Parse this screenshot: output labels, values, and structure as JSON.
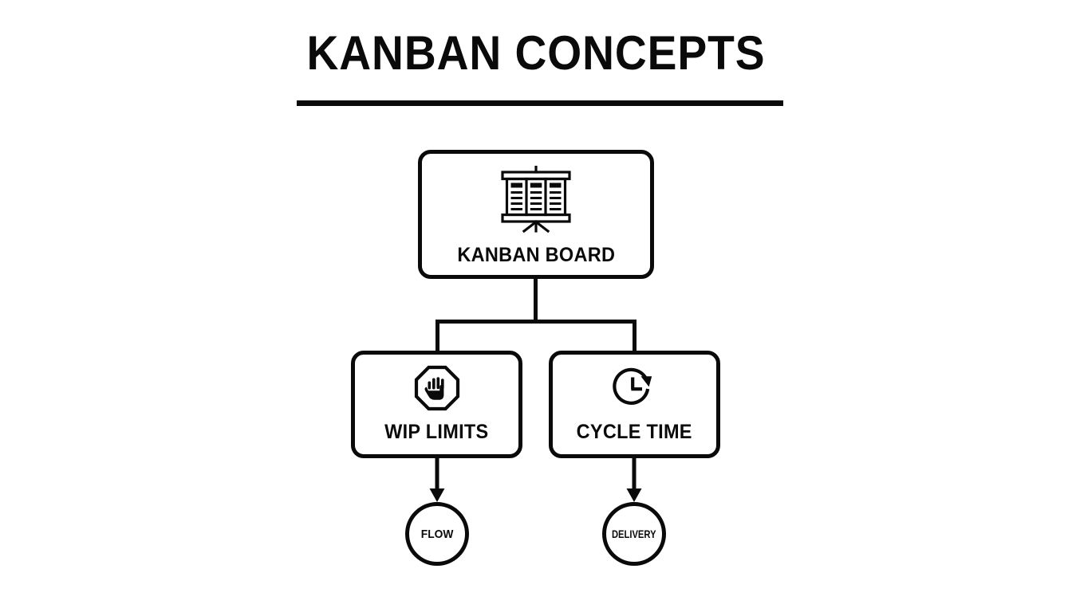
{
  "page": {
    "title": "KANBAN CONCEPTS",
    "background_color": "#ffffff",
    "ink_color": "#0a0a0a"
  },
  "diagram": {
    "type": "hierarchy-flowchart",
    "root": {
      "id": "kanban-board",
      "label": "KANBAN BOARD",
      "icon": "presentation-board-icon",
      "shape": "rounded-rectangle"
    },
    "children": [
      {
        "id": "wip-limits",
        "label": "WIP LIMITS",
        "icon": "stop-hand-icon",
        "shape": "rounded-rectangle",
        "outcome": {
          "id": "flow",
          "label": "FLOW",
          "shape": "circle"
        }
      },
      {
        "id": "cycle-time",
        "label": "CYCLE TIME",
        "icon": "clock-arrow-icon",
        "shape": "rounded-rectangle",
        "outcome": {
          "id": "delivery",
          "label": "DELIVERY",
          "shape": "circle"
        }
      }
    ],
    "connectors": [
      {
        "from": "kanban-board",
        "to": "wip-limits",
        "style": "elbow-line"
      },
      {
        "from": "kanban-board",
        "to": "cycle-time",
        "style": "elbow-line"
      },
      {
        "from": "wip-limits",
        "to": "flow",
        "style": "arrow-down"
      },
      {
        "from": "cycle-time",
        "to": "delivery",
        "style": "arrow-down"
      }
    ]
  }
}
